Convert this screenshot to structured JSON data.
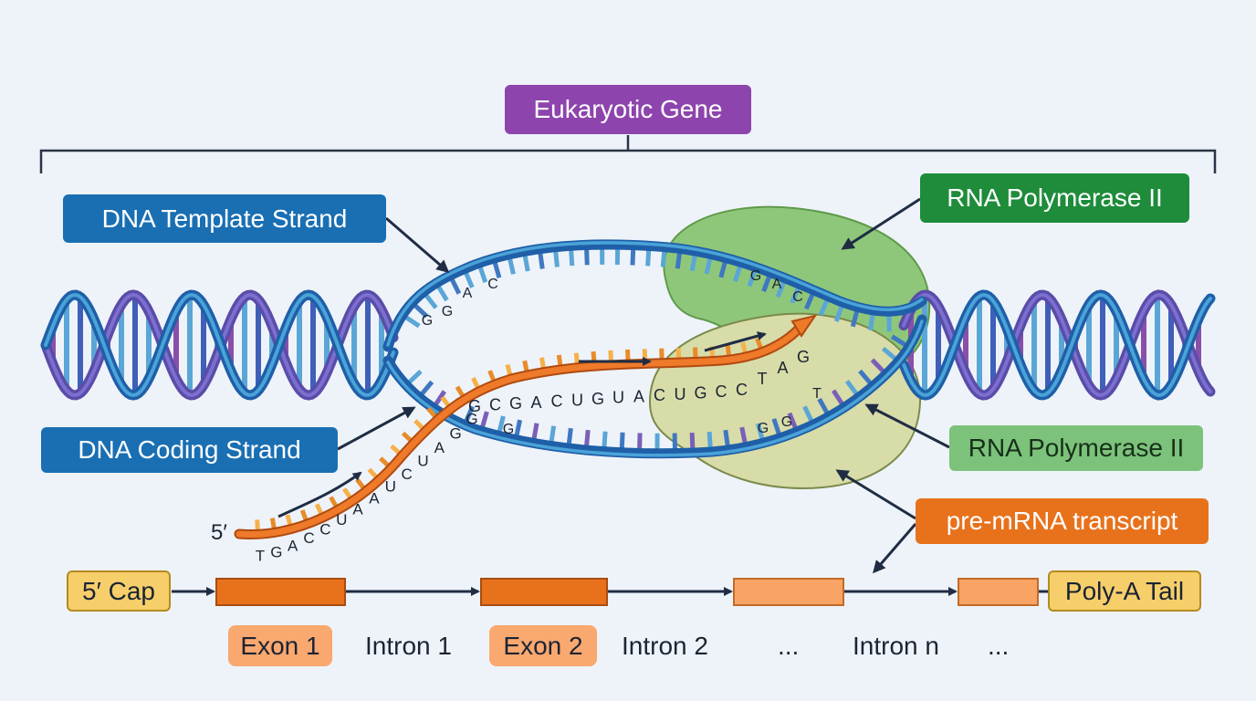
{
  "title_label": "Eukaryotic Gene",
  "labels": {
    "template_strand": "DNA Template Strand",
    "coding_strand": "DNA Coding Strand",
    "polymerase_top": "RNA Polymerase II",
    "polymerase_bottom": "RNA Polymerase II",
    "transcript": "pre-mRNA transcript",
    "five_prime": "5′"
  },
  "template_bases": [
    "G",
    "G",
    "A",
    "C",
    "G",
    "A",
    "C"
  ],
  "coding_bases": [
    "G",
    "G",
    "G",
    "T"
  ],
  "rna_bases_upper": [
    "G",
    "C",
    "G",
    "A",
    "C",
    "U",
    "G",
    "U",
    "A",
    "C",
    "U",
    "G",
    "C",
    "C",
    "T",
    "A",
    "G"
  ],
  "rna_bases_lower": [
    "T",
    "G",
    "A",
    "C",
    "C",
    "U",
    "A",
    "A",
    "U",
    "C",
    "U",
    "A",
    "G",
    "G"
  ],
  "gene_structure": {
    "cap": "5′ Cap",
    "tail": "Poly-A Tail",
    "parts": [
      "Exon 1",
      "Intron 1",
      "Exon 2",
      "Intron 2",
      "...",
      "Intron n",
      "..."
    ]
  },
  "colors": {
    "background": "#eef3f9",
    "title": "#8e44ad",
    "template": "#1a6fb3",
    "coding": "#1a6fb3",
    "polymerase_top": "#1e8c3a",
    "polymerase_bottom": "#7dc27a",
    "polymerase_bottom_text": "#16301a",
    "transcript": "#e8721c",
    "cap": "#f6cf6b",
    "exon_dark": "#e8721c",
    "exon_light": "#f9a465",
    "exon_label": "#f9a86f",
    "strand_dark": "#1f5fa8",
    "strand_light": "#4aa3d8",
    "strand_purple": "#5a4ca8",
    "rung_purple": "#8a4fa8",
    "rung_blue": "#5aa6d6",
    "pol_green": "#8fc77a",
    "pol_green_edge": "#5e9a4a",
    "pol_cream": "#d8dca8",
    "pol_cream_edge": "#7a8a4a",
    "arrow": "#1f2d44"
  }
}
